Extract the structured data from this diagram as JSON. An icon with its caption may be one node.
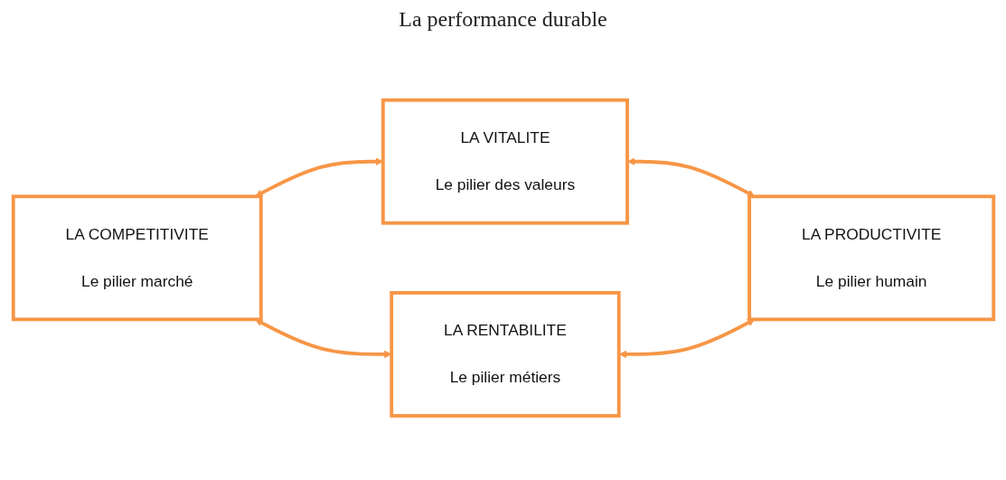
{
  "diagram": {
    "nodes": [
      {
        "text": [
          "LA COMPETITIVITE",
          "Le pilier marché"
        ]
      },
      {
        "text": [
          "LA VITALITE",
          "Le pilier des valeurs"
        ]
      },
      {
        "text": [
          "LA RENTABILITE",
          "Le pilier métiers"
        ]
      },
      {
        "text": [
          "LA PRODUCTIVITE",
          "Le pilier humain"
        ]
      }
    ],
    "edges": [
      {
        "from": 0,
        "to": 1,
        "arrow": "both"
      },
      {
        "from": 0,
        "to": 2,
        "arrow": "both"
      },
      {
        "from": 1,
        "to": 3,
        "arrow": "both"
      },
      {
        "from": 2,
        "to": 3,
        "arrow": "both"
      }
    ],
    "labels": [
      "La performance durable"
    ]
  }
}
